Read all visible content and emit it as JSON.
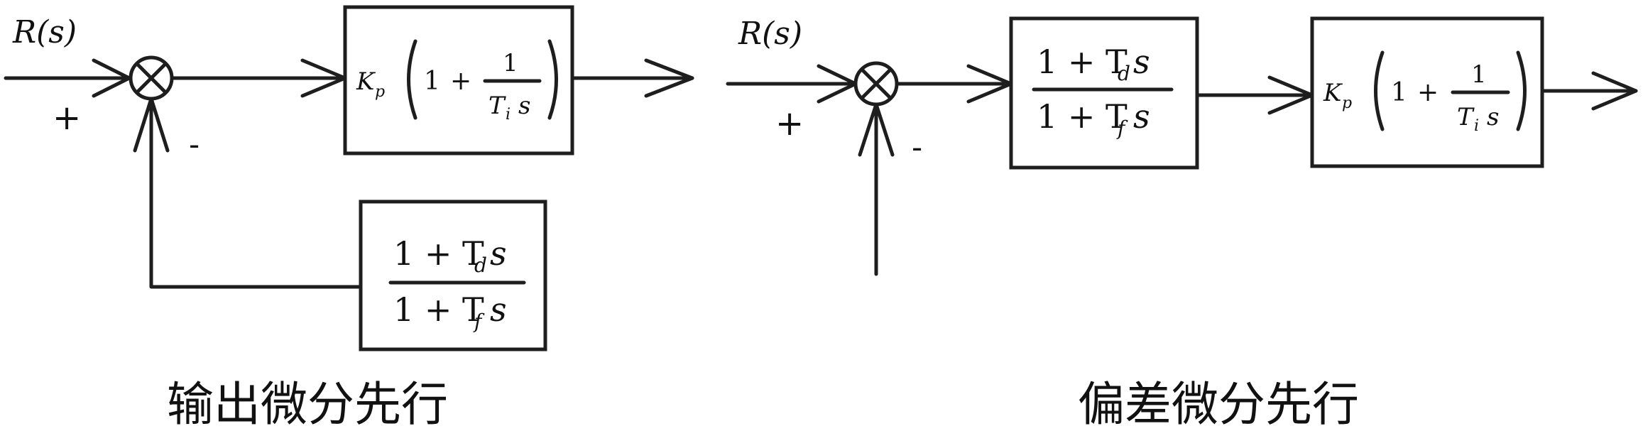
{
  "left": {
    "input_label": "R(s)",
    "plus_sign": "+",
    "minus_sign": "-",
    "controller": {
      "gain": "K",
      "gain_sub": "p",
      "one": "1",
      "plus": "+",
      "numerator": "1",
      "den_T": "T",
      "den_sub": "i",
      "den_s": "s"
    },
    "feedback": {
      "num": "1 + T",
      "num_sub": "d",
      "num_tail": "s",
      "den": "1 + T",
      "den_sub": "f",
      "den_tail": "s"
    },
    "caption": "输出微分先行"
  },
  "right": {
    "input_label": "R(s)",
    "plus_sign": "+",
    "minus_sign": "-",
    "lead": {
      "num": "1 + T",
      "num_sub": "d",
      "num_tail": "s",
      "den": "1 + T",
      "den_sub": "f",
      "den_tail": "s"
    },
    "controller": {
      "gain": "K",
      "gain_sub": "p",
      "one": "1",
      "plus": "+",
      "numerator": "1",
      "den_T": "T",
      "den_sub": "i",
      "den_s": "s"
    },
    "caption": "偏差微分先行"
  }
}
